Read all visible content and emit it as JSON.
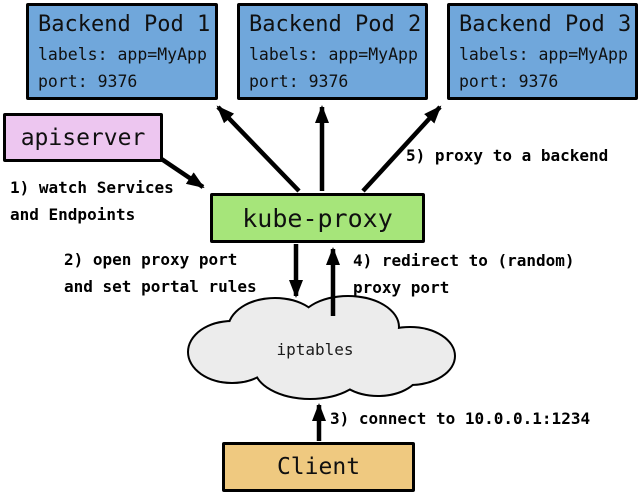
{
  "pods": [
    {
      "title": "Backend Pod 1",
      "labels_line": "labels: app=MyApp",
      "port_line": "port: 9376"
    },
    {
      "title": "Backend Pod 2",
      "labels_line": "labels: app=MyApp",
      "port_line": "port: 9376"
    },
    {
      "title": "Backend Pod 3",
      "labels_line": "labels: app=MyApp",
      "port_line": "port: 9376"
    }
  ],
  "nodes": {
    "apiserver": "apiserver",
    "kube_proxy": "kube-proxy",
    "iptables": "iptables",
    "client": "Client"
  },
  "annotations": {
    "step1": "1) watch Services\nand Endpoints",
    "step2": "2) open proxy port\nand set portal rules",
    "step3": "3) connect to 10.0.0.1:1234",
    "step4": "4) redirect to (random)\nproxy port",
    "step5": "5) proxy to a backend"
  },
  "colors": {
    "pod_fill": "#70A7DB",
    "apiserver_fill": "#EDC6F0",
    "kube_proxy_fill": "#A6E57A",
    "client_fill": "#EFC980",
    "cloud_fill": "#ECECEC",
    "stroke": "#000000"
  }
}
